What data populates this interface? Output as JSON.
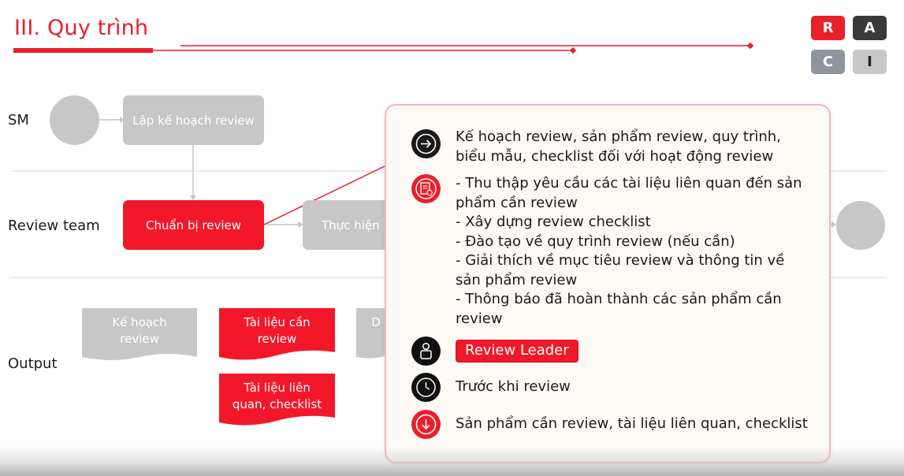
{
  "title": "III. Quy trình",
  "raci": {
    "r": {
      "label": "R",
      "color": "#e8202a"
    },
    "a": {
      "label": "A",
      "color": "#3a3a3a"
    },
    "c": {
      "label": "C",
      "color": "#8e959c"
    },
    "i": {
      "label": "I",
      "color": "#c8c8c8"
    }
  },
  "lanes": [
    "SM",
    "Review team",
    "Output"
  ],
  "process": {
    "lap_ke_hoach": "Lập kế hoạch review",
    "chuan_bi": "Chuẩn bị review",
    "thuc_hien": "Thực hiện"
  },
  "outputs": {
    "ke_hoach": [
      "Kế hoạch",
      "review"
    ],
    "tai_lieu_can": [
      "Tài liệu cần",
      "review"
    ],
    "tai_lieu_lien_quan": [
      "Tài liệu liên",
      "quan, checklist"
    ],
    "partial": "D"
  },
  "popup": {
    "input_lines": [
      "Kế hoạch review, sản phẩm review, quy trình,",
      "biểu mẫu, checklist đối với hoạt động review"
    ],
    "task_lines": [
      "- Thu thập yêu cầu các tài liệu liên quan đến sản",
      "phẩm cần review",
      "- Xây dựng review checklist",
      "- Đào tạo về quy trình review (nếu cần)",
      "- Giải thích về mục tiêu review và thông tin về",
      "sản phẩm review",
      "- Thông báo đã hoàn thành các sản phẩm cần",
      "review"
    ],
    "role": "Review Leader",
    "timing": "Trước khi review",
    "output": "Sản phẩm cần review, tài liệu liên quan, checklist"
  },
  "colors": {
    "accent": "#e8202a",
    "gray": "#c7c7c7",
    "popup_border": "#f3b7b2"
  },
  "icons": [
    "arrow-right-icon",
    "document-check-icon",
    "person-icon",
    "clock-icon",
    "arrow-down-icon"
  ]
}
